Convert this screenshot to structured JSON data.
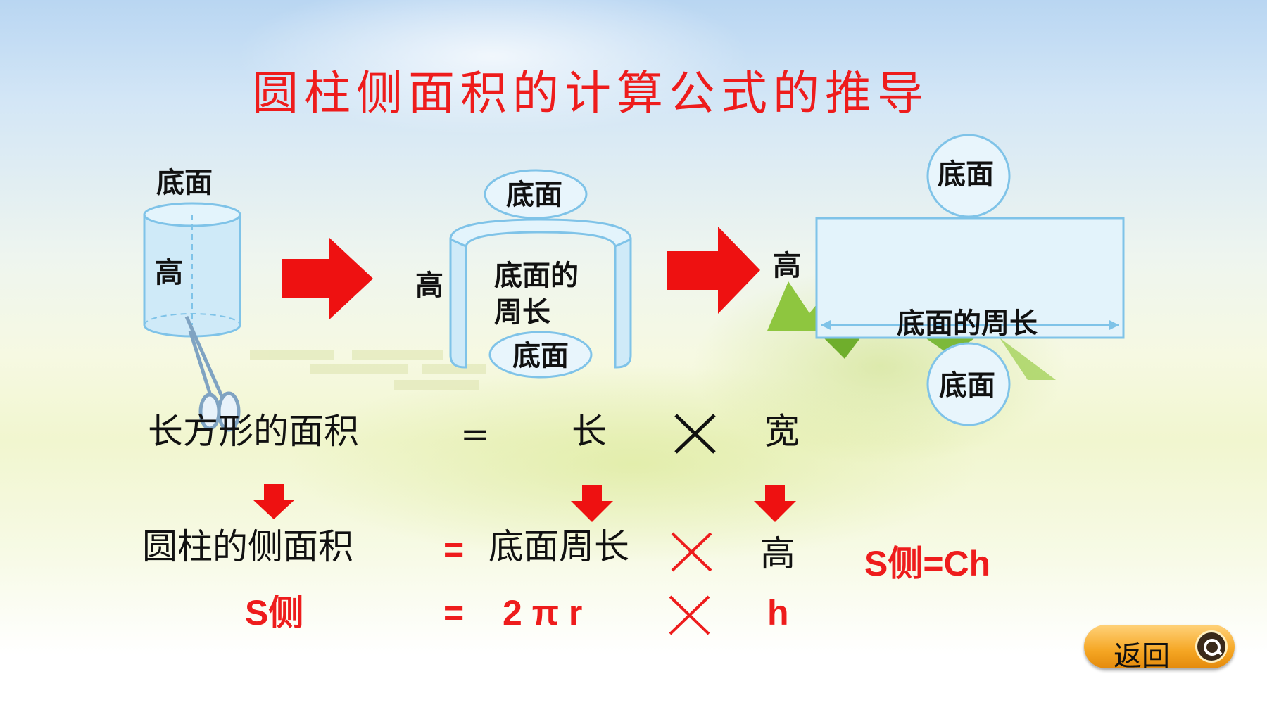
{
  "title": "圆柱侧面积的计算公式的推导",
  "diagram": {
    "cylinder": {
      "top_label": "底面",
      "height_label": "高"
    },
    "open_cylinder": {
      "top_label": "底面",
      "height_label": "高",
      "side_label_line1": "底面的",
      "side_label_line2": "周长",
      "bottom_label": "底面"
    },
    "net": {
      "top_label": "底面",
      "height_label": "高",
      "length_label": "底面的周长",
      "bottom_label": "底面"
    }
  },
  "formula": {
    "row1": {
      "lhs": "长方形的面积",
      "eq": "=",
      "a": "长",
      "op": "╳",
      "b": "宽"
    },
    "row2": {
      "lhs": "圆柱的侧面积",
      "eq": "=",
      "a": "底面周长",
      "op": "╳",
      "b": "高"
    },
    "row3": {
      "lhs": "S侧",
      "eq": "=",
      "a": "2 π r",
      "op": "╳",
      "b": "h"
    },
    "result": "S侧=Ch"
  },
  "back_button": {
    "label": "返回",
    "icon": "back-icon"
  },
  "colors": {
    "accent": "#ee1c1c",
    "outline": "#7fc3e8",
    "cylinder_fill": "#cfeaf8"
  }
}
